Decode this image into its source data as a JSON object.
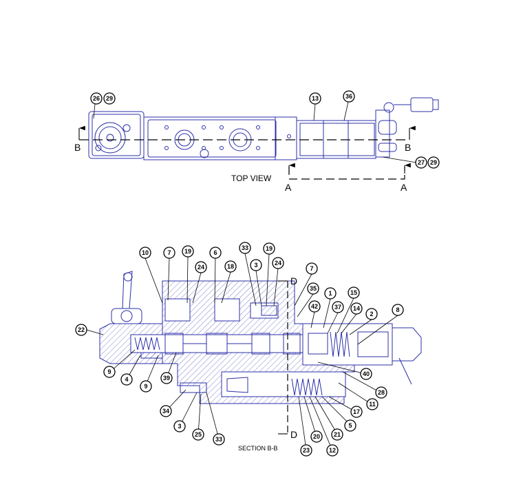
{
  "top_view": {
    "caption": "TOP VIEW",
    "section_b_letter": "B",
    "section_a_letter": "A",
    "callouts": [
      "26",
      "29",
      "13",
      "36",
      "27",
      "29"
    ]
  },
  "section_view": {
    "caption": "SECTION B-B",
    "section_d_letter": "D",
    "callouts": [
      "10",
      "7",
      "19",
      "6",
      "33",
      "19",
      "24",
      "18",
      "3",
      "24",
      "7",
      "35",
      "42",
      "1",
      "37",
      "15",
      "14",
      "2",
      "8",
      "22",
      "9",
      "4",
      "9",
      "39",
      "40",
      "28",
      "11",
      "17",
      "5",
      "21",
      "12",
      "20",
      "23",
      "34",
      "3",
      "25",
      "33"
    ]
  }
}
